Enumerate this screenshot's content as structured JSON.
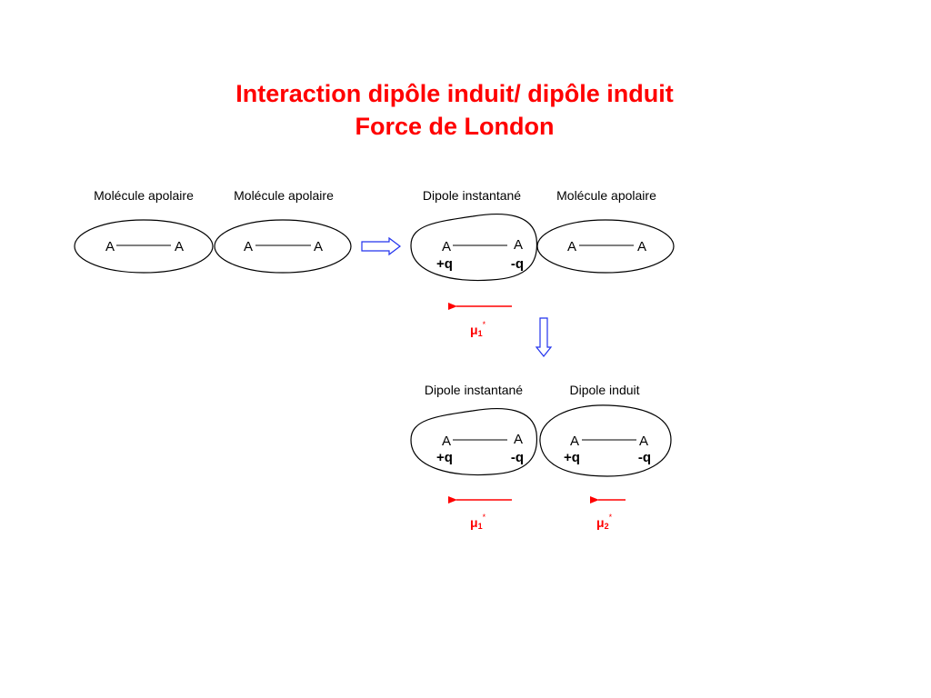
{
  "title": {
    "line1": "Interaction dipôle induit/ dipôle induit",
    "line2": "Force de London"
  },
  "panel_top_left": {
    "caption1": "Molécule apolaire",
    "caption2": "Molécule apolaire",
    "mol1": {
      "atom_left": "A",
      "atom_right": "A"
    },
    "mol2": {
      "atom_left": "A",
      "atom_right": "A"
    }
  },
  "panel_top_right": {
    "caption1": "Dipole instantané",
    "caption2": "Molécule apolaire",
    "dipole": {
      "atom_left": "A",
      "atom_right": "A",
      "charge_left": "+q",
      "charge_right": "-q"
    },
    "mol": {
      "atom_left": "A",
      "atom_right": "A"
    },
    "moment1": {
      "symbol": "μ",
      "subscript": "1",
      "star": "*"
    }
  },
  "panel_bottom": {
    "caption1": "Dipole instantané",
    "caption2": "Dipole induit",
    "dipole1": {
      "atom_left": "A",
      "atom_right": "A",
      "charge_left": "+q",
      "charge_right": "-q"
    },
    "dipole2": {
      "atom_left": "A",
      "atom_right": "A",
      "charge_left": "+q",
      "charge_right": "-q"
    },
    "moment1": {
      "symbol": "μ",
      "subscript": "1",
      "star": "*"
    },
    "moment2": {
      "symbol": "μ",
      "subscript": "2",
      "star": "*"
    }
  },
  "colors": {
    "title": "#ff0000",
    "dipole_arrow": "#ff0000",
    "process_arrow": "#2233ee"
  },
  "icons": {
    "process_arrow_right": "hollow-right-arrow-icon",
    "process_arrow_down": "hollow-down-arrow-icon"
  }
}
